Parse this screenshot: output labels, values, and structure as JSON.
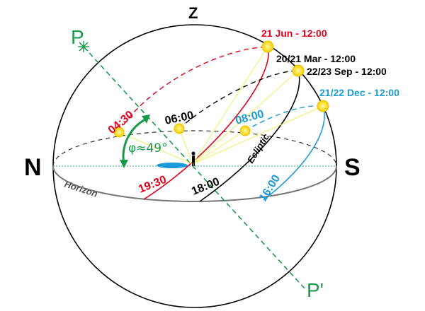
{
  "labels": {
    "zenith": "Z",
    "north": "N",
    "south": "S",
    "pole": "P",
    "pole_opposite": "P'",
    "horizon": "Horizon",
    "ecliptic": "Ecliptic",
    "latitude": "φ≈49°"
  },
  "dates": {
    "june": "21 Jun - 12:00",
    "march": "20/21 Mar - 12:00",
    "september": "22/23 Sep - 12:00",
    "december": "21/22 Dec - 12:00"
  },
  "hours": {
    "june_rise": "04:30",
    "june_set": "19:30",
    "equinox_rise": "06:00",
    "equinox_set": "18:00",
    "december_rise": "08:00",
    "december_set": "16:00"
  },
  "colors": {
    "june": "#e2001a",
    "equinox": "#000000",
    "december": "#1a9ad6",
    "pole_axis": "#1a9a4a",
    "sun": "#ffe800",
    "ecliptic_line": "#f0f080"
  }
}
